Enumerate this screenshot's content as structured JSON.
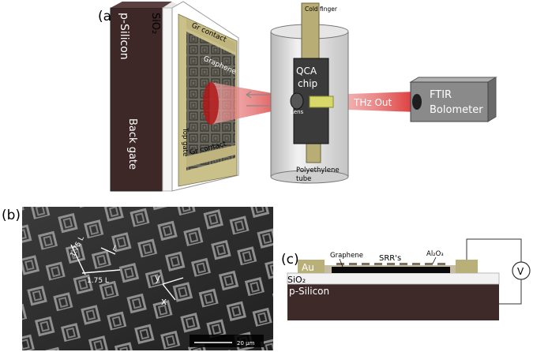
{
  "panel_a": {
    "label": "(a)",
    "sio2": "SiO₂",
    "p_silicon": "p-Silicon",
    "back_gate": "Back gate",
    "gr_contact_top": "Gr contact",
    "graphene": "Graphene",
    "top_gate": "Top gate",
    "gr_contact_bottom": "Gr contact",
    "cold_finger": "Cold finger",
    "qca_chip": "QCA chip",
    "lens": "Lens",
    "thz_out": "THz Out",
    "polyethylene_tube": "Polyethylene tube",
    "ftir_bolometer": "FTIR Bolometer"
  },
  "panel_b": {
    "label": "(b)",
    "dim_175l_a": "1.75 L",
    "dim_l": "L",
    "dim_175l_b": "1.75 L",
    "axis_y": "y",
    "axis_x": "x",
    "scale_bar": "20 μm"
  },
  "panel_c": {
    "label": "(c)",
    "graphene": "Graphene",
    "srrs": "SRR's",
    "al2o3": "Al₂O₃",
    "au": "Au",
    "sio2": "SiO₂",
    "p_silicon": "p-Silicon",
    "voltmeter": "V"
  },
  "colors": {
    "gold": "#b9b079",
    "dark_brown": "#3f2a2a",
    "beam_red": "#d81e1e",
    "box_gray": "#8c8c8c"
  }
}
